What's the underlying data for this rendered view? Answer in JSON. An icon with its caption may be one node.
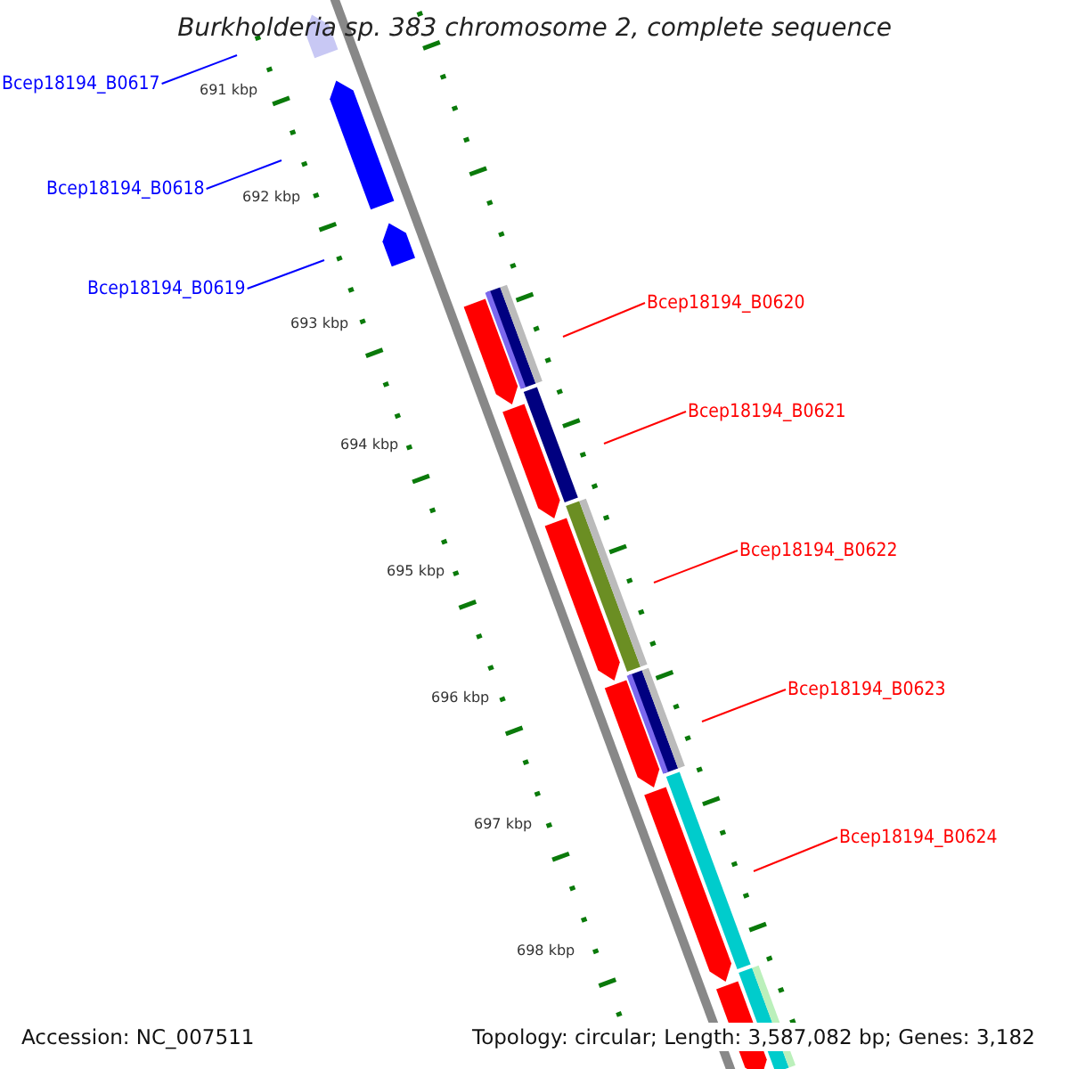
{
  "diagram": {
    "title": "Burkholderia sp. 383 chromosome 2, complete sequence",
    "nodes": [
      {
        "text": [
          "Bcep18194_B0617"
        ]
      },
      {
        "text": [
          "Bcep18194_B0618"
        ]
      },
      {
        "text": [
          "Bcep18194_B0619"
        ]
      },
      {
        "text": [
          "Bcep18194_B0620"
        ]
      },
      {
        "text": [
          "Bcep18194_B0621"
        ]
      },
      {
        "text": [
          "Bcep18194_B0622"
        ]
      },
      {
        "text": [
          "Bcep18194_B0623"
        ]
      },
      {
        "text": [
          "Bcep18194_B0624"
        ]
      }
    ],
    "edges": [
      {
        "from": 0,
        "to": null,
        "arrow": "none",
        "color": "#0000ff"
      },
      {
        "from": 1,
        "to": null,
        "arrow": "none",
        "color": "#0000ff"
      },
      {
        "from": 2,
        "to": null,
        "arrow": "none",
        "color": "#0000ff"
      },
      {
        "from": 3,
        "to": null,
        "arrow": "none",
        "color": "#ff0000"
      },
      {
        "from": 4,
        "to": null,
        "arrow": "none",
        "color": "#ff0000"
      },
      {
        "from": 5,
        "to": null,
        "arrow": "none",
        "color": "#ff0000"
      },
      {
        "from": 6,
        "to": null,
        "arrow": "none",
        "color": "#ff0000"
      },
      {
        "from": 7,
        "to": null,
        "arrow": "none",
        "color": "#ff0000"
      }
    ],
    "labels": [
      "691 kbp",
      "692 kbp",
      "693 kbp",
      "694 kbp",
      "695 kbp",
      "696 kbp",
      "697 kbp",
      "698 kbp",
      "Accession: NC_007511",
      "Topology: circular; Length: 3,587,082 bp; Genes: 3,182"
    ]
  }
}
